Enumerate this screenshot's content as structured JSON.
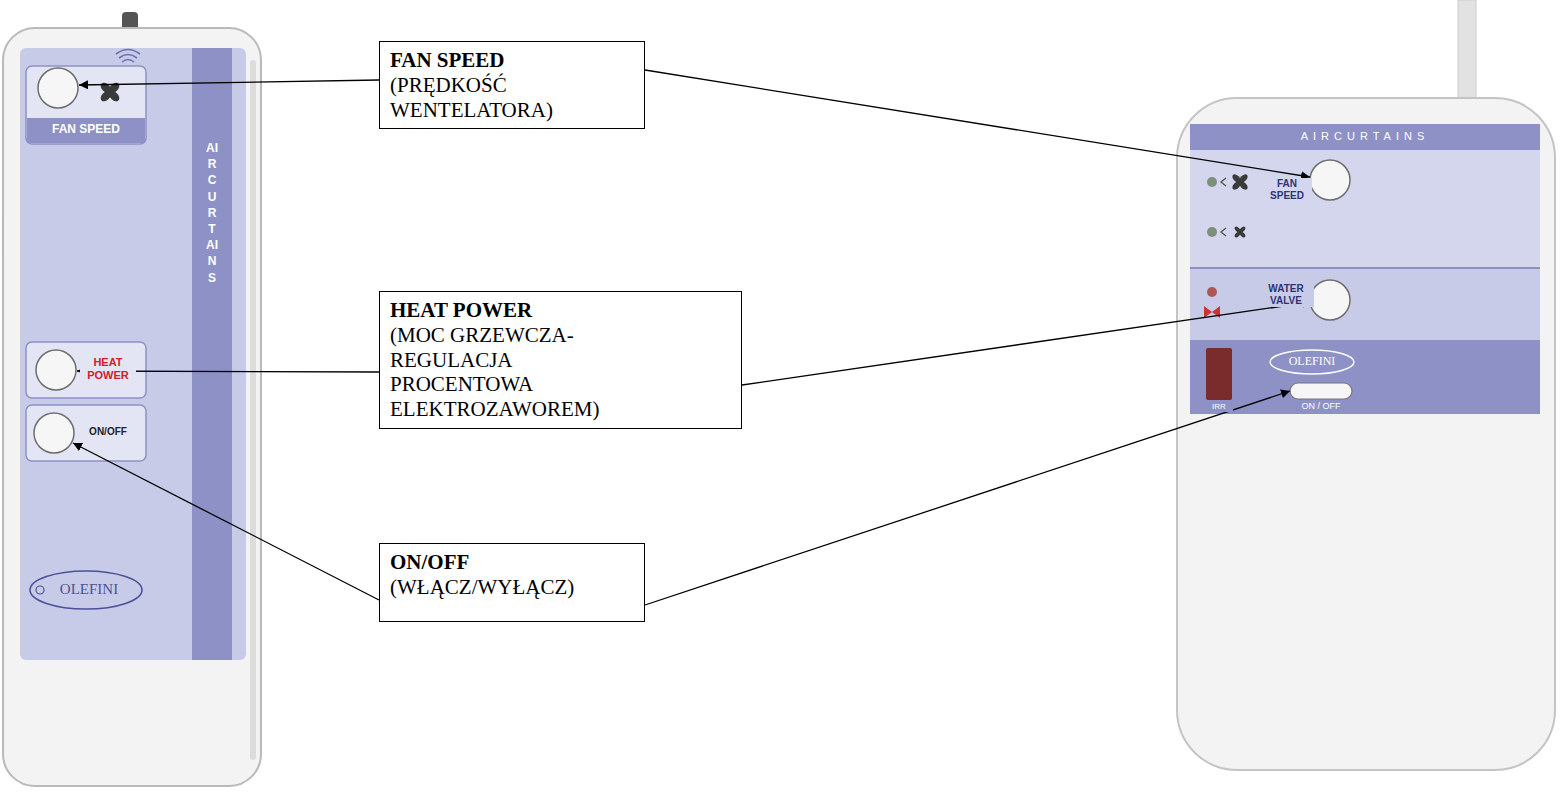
{
  "diagram": {
    "nodes": [
      {
        "text": [
          "FAN SPEED",
          "(PRĘDKOŚĆ WENTELATORA)"
        ]
      },
      {
        "text": [
          "HEAT POWER",
          "(MOC GRZEWCZA- REGULACJA PROCENTOWA ELEKTROZAWOREM)"
        ]
      },
      {
        "text": [
          "ON/OFF",
          "(WŁĄCZ/WYŁĄCZ)"
        ]
      }
    ],
    "labels": [
      "FAN SPEED",
      "AIRCURTAINS",
      "HEAT POWER",
      "ON/OFF",
      "OLEFINI",
      "AIRCURTAINS",
      "FAN SPEED",
      "WATER VALVE",
      "OLEFINI",
      "IRR",
      "ON / OFF"
    ]
  }
}
